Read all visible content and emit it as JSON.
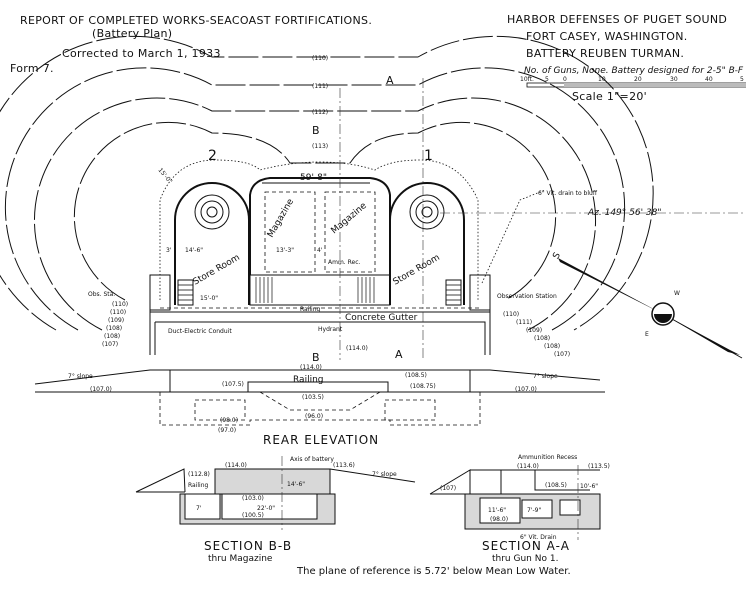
{
  "header_left": {
    "title": "REPORT OF COMPLETED WORKS-SEACOAST FORTIFICATIONS.",
    "subtitle": "(Battery Plan)",
    "corrected": "Corrected to March 1, 1933",
    "form": "Form 7."
  },
  "header_right": {
    "line1": "HARBOR DEFENSES OF PUGET SOUND",
    "line2": "FORT CASEY, WASHINGTON.",
    "line3": "BATTERY REUBEN TURMAN.",
    "line4": "No. of Guns, None. Battery designed for 2-5\" B-F",
    "scale_ticks": [
      "10ft.",
      "5",
      "0",
      "10",
      "20",
      "30",
      "40",
      "5"
    ],
    "scale": "Scale 1\"=20'"
  },
  "plan": {
    "contours": [
      "(110)",
      "(111)",
      "(112)",
      "(113)"
    ],
    "gun_labels": [
      "2",
      "1"
    ],
    "section_marks": [
      "A",
      "B",
      "B",
      "A"
    ],
    "dim_width": "59'-8\"",
    "dim_radius": "15'-0\"",
    "magazine_labels": [
      "Magazine",
      "Magazine"
    ],
    "amm_rec": "Amm. Rec.",
    "store_room": [
      "Store Room",
      "Store Room"
    ],
    "dims": [
      "13'-3\"",
      "4'",
      "15'-0\"",
      "14'-6\"",
      "3'"
    ],
    "railing": "Railing",
    "concrete_gutter": "Concrete Gutter",
    "hydrant": "Hydrant",
    "duct": "Duct-Electric Conduit",
    "obs_sta": "Obs. Sta.",
    "observation_station": "Observation Station",
    "drain": "6\" Vit. drain to bluff",
    "azimuth": "Az. 149° 56' 38\"",
    "elev_center": "(114.0)",
    "right_contours": [
      "(110)",
      "(111)",
      "(109)",
      "(108)",
      "(108)",
      "(107)"
    ],
    "left_contours": [
      "(110)",
      "(110)",
      "(109)",
      "(108)",
      "(108)",
      "(107)"
    ]
  },
  "compass": {
    "s": "S",
    "w": "W",
    "e": "E"
  },
  "rear_elevation": {
    "title": "REAR ELEVATION",
    "railing": "Railing",
    "slope": "7° slope",
    "elevations": [
      "(114.0)",
      "(107.0)",
      "(107.0)",
      "(107.5)",
      "(103.5)",
      "(98.0)",
      "(97.0)",
      "(96.0)",
      "(108.5)",
      "(108.75)"
    ]
  },
  "section_bb": {
    "title": "SECTION B-B",
    "subtitle": "thru Magazine",
    "axis": "Axis of battery",
    "railing": "Railing",
    "slope": "7° slope",
    "dim": "22'-0\"",
    "dims": [
      "7'",
      "14'-6\""
    ],
    "elevations": [
      "(114.0)",
      "(113.6)",
      "(112.8)",
      "(103.0)",
      "(100.5)"
    ]
  },
  "section_aa": {
    "title": "SECTION A-A",
    "subtitle": "thru Gun No 1.",
    "recess": "Ammunition Recess",
    "drain": "6\" Vit. Drain",
    "dims": [
      "11'-6\"",
      "7'-9\"",
      "10'-6\""
    ],
    "elevations": [
      "(114.0)",
      "(113.5)",
      "(107)",
      "(108.5)",
      "(98.0)"
    ]
  },
  "footer": "The plane of reference is 5.72' below Mean Low Water."
}
